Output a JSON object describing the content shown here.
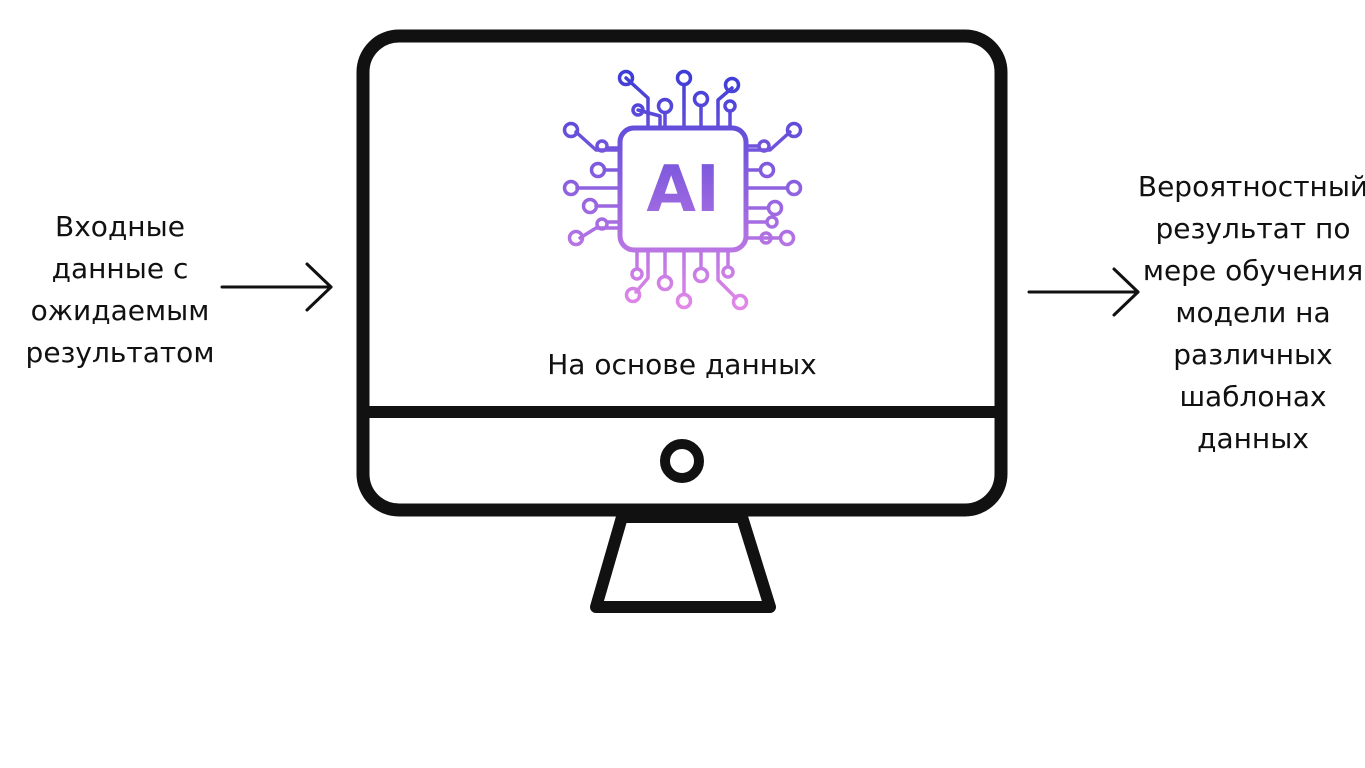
{
  "input_label": "Входные\nданные с\nожидаемым\nрезультатом",
  "output_label": "Вероятностный\nрезультат по\nмере обучения\nмодели на\nразличных\nшаблонах\nданных",
  "screen_caption": "На основе данных",
  "chip_label": "AI",
  "colors": {
    "outline": "#111111",
    "gradient_top": "#3b3bd6",
    "gradient_bottom": "#e589e8"
  }
}
